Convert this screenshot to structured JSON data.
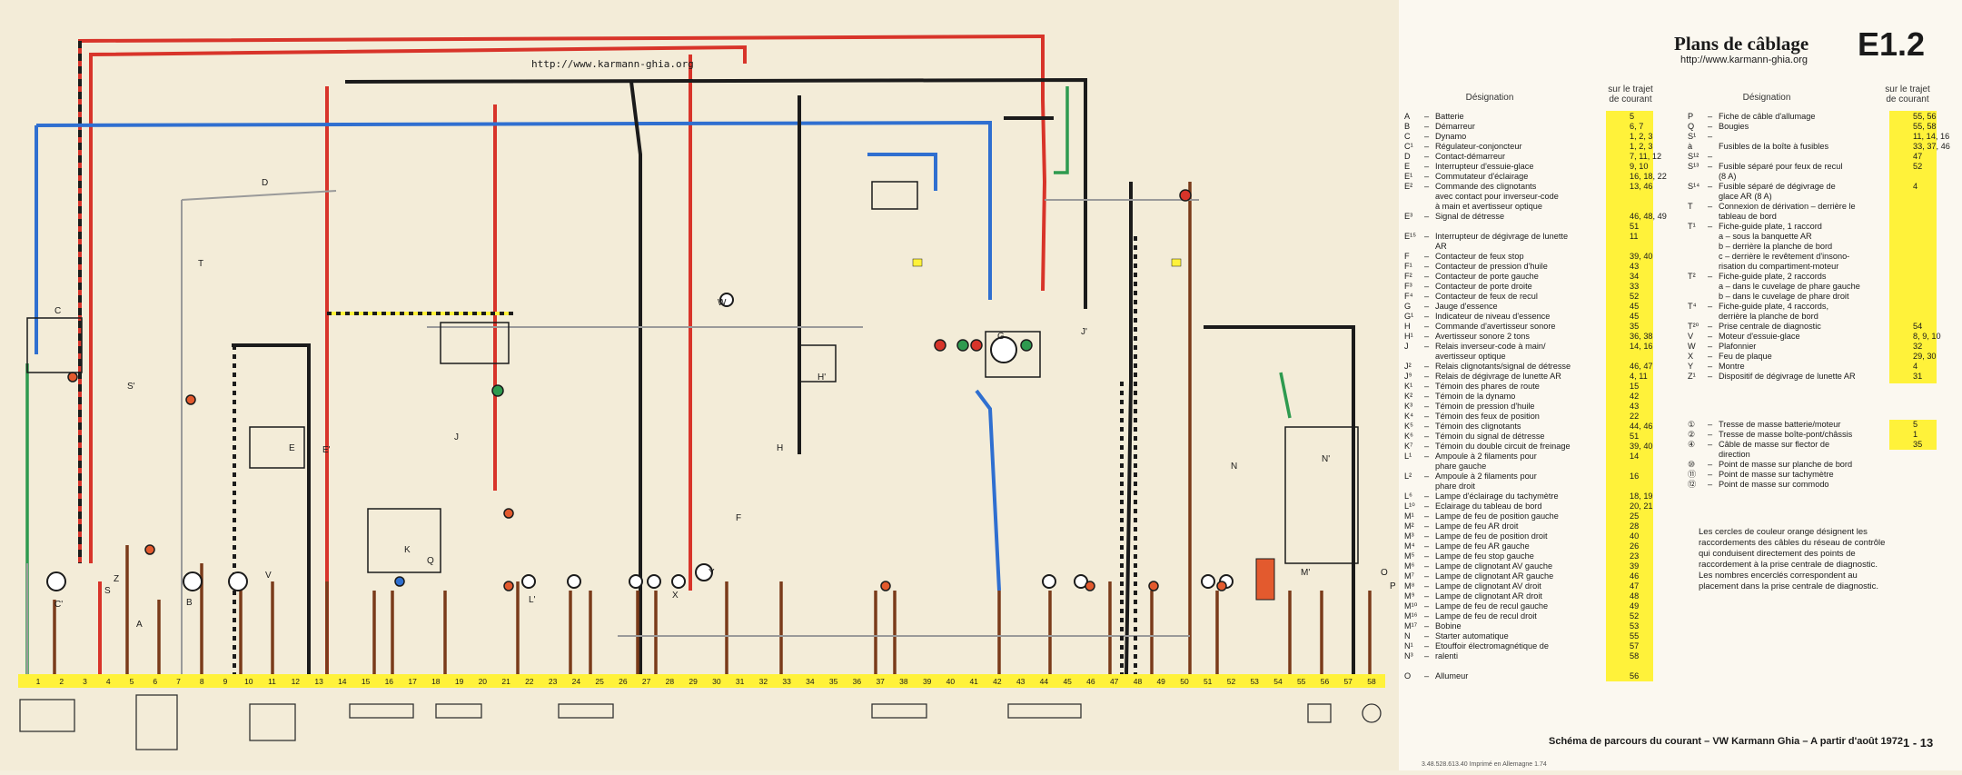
{
  "header": {
    "title": "Plans de câblage",
    "code": "E1.2",
    "url": "http://www.karmann-ghia.org"
  },
  "diagram": {
    "url": "http://www.karmann-ghia.org",
    "bus_numbers": [
      "1",
      "2",
      "3",
      "4",
      "5",
      "6",
      "7",
      "8",
      "9",
      "10",
      "11",
      "12",
      "13",
      "14",
      "15",
      "16",
      "17",
      "18",
      "19",
      "20",
      "21",
      "22",
      "23",
      "24",
      "25",
      "26",
      "27",
      "28",
      "29",
      "30",
      "31",
      "32",
      "33",
      "34",
      "35",
      "36",
      "37",
      "38",
      "39",
      "40",
      "41",
      "42",
      "43",
      "44",
      "45",
      "46",
      "47",
      "48",
      "49",
      "50",
      "51",
      "52",
      "53",
      "54",
      "55",
      "56",
      "57",
      "58"
    ],
    "labels": [
      "A",
      "B",
      "C",
      "C'",
      "D",
      "E",
      "E'",
      "F",
      "G",
      "H",
      "H'",
      "J",
      "J'",
      "K",
      "L'",
      "M'",
      "N",
      "N'",
      "O",
      "P",
      "Q",
      "S",
      "S'",
      "T",
      "V",
      "W",
      "X",
      "Y",
      "Z"
    ]
  },
  "legend": {
    "col_designation": "Désignation",
    "col_ref": "sur le trajet de courant",
    "left": [
      {
        "sym": "A",
        "text": "Batterie",
        "ref": "5"
      },
      {
        "sym": "B",
        "text": "Démarreur",
        "ref": "6, 7"
      },
      {
        "sym": "C",
        "text": "Dynamo",
        "ref": "1, 2, 3"
      },
      {
        "sym": "C¹",
        "text": "Régulateur-conjoncteur",
        "ref": "1, 2, 3"
      },
      {
        "sym": "D",
        "text": "Contact-démarreur",
        "ref": "7, 11, 12"
      },
      {
        "sym": "E",
        "text": "Interrupteur d'essuie-glace",
        "ref": "9, 10"
      },
      {
        "sym": "E¹",
        "text": "Commutateur d'éclairage",
        "ref": "16, 18, 22"
      },
      {
        "sym": "E²",
        "text": "Commande des clignotants",
        "ref": "13, 46"
      },
      {
        "sym": "",
        "text": "avec contact pour inverseur-code",
        "ref": ""
      },
      {
        "sym": "",
        "text": "à main et avertisseur optique",
        "ref": ""
      },
      {
        "sym": "E³",
        "text": "Signal de détresse",
        "ref": "46, 48, 49"
      },
      {
        "sym": "",
        "text": "",
        "ref": "51"
      },
      {
        "sym": "E¹⁵",
        "text": "Interrupteur de dégivrage de lunette",
        "ref": "11"
      },
      {
        "sym": "",
        "text": "AR",
        "ref": ""
      },
      {
        "sym": "F",
        "text": "Contacteur de feux stop",
        "ref": "39, 40"
      },
      {
        "sym": "F¹",
        "text": "Contacteur de pression d'huile",
        "ref": "43"
      },
      {
        "sym": "F²",
        "text": "Contacteur de porte gauche",
        "ref": "34"
      },
      {
        "sym": "F³",
        "text": "Contacteur de porte droite",
        "ref": "33"
      },
      {
        "sym": "F⁴",
        "text": "Contacteur de feux de recul",
        "ref": "52"
      },
      {
        "sym": "G",
        "text": "Jauge d'essence",
        "ref": "45"
      },
      {
        "sym": "G¹",
        "text": "Indicateur de niveau d'essence",
        "ref": "45"
      },
      {
        "sym": "H",
        "text": "Commande d'avertisseur sonore",
        "ref": "35"
      },
      {
        "sym": "H¹",
        "text": "Avertisseur sonore 2 tons",
        "ref": "36, 38"
      },
      {
        "sym": "J",
        "text": "Relais inverseur-code à main/",
        "ref": "14, 16"
      },
      {
        "sym": "",
        "text": "avertisseur optique",
        "ref": ""
      },
      {
        "sym": "J²",
        "text": "Relais clignotants/signal de détresse",
        "ref": "46, 47"
      },
      {
        "sym": "J⁹",
        "text": "Relais de dégivrage de lunette AR",
        "ref": "4, 11"
      },
      {
        "sym": "K¹",
        "text": "Témoin des phares de route",
        "ref": "15"
      },
      {
        "sym": "K²",
        "text": "Témoin de la dynamo",
        "ref": "42"
      },
      {
        "sym": "K³",
        "text": "Témoin de pression d'huile",
        "ref": "43"
      },
      {
        "sym": "K⁴",
        "text": "Témoin des feux de position",
        "ref": "22"
      },
      {
        "sym": "K⁵",
        "text": "Témoin des clignotants",
        "ref": "44, 46"
      },
      {
        "sym": "K⁶",
        "text": "Témoin du signal de détresse",
        "ref": "51"
      },
      {
        "sym": "K⁷",
        "text": "Témoin du double circuit de freinage",
        "ref": "39, 40"
      },
      {
        "sym": "L¹",
        "text": "Ampoule à 2 filaments pour",
        "ref": "14"
      },
      {
        "sym": "",
        "text": "phare gauche",
        "ref": ""
      },
      {
        "sym": "L²",
        "text": "Ampoule à 2 filaments pour",
        "ref": "16"
      },
      {
        "sym": "",
        "text": "phare droit",
        "ref": ""
      },
      {
        "sym": "L⁶",
        "text": "Lampe d'éclairage du tachymètre",
        "ref": "18, 19"
      },
      {
        "sym": "L¹⁰",
        "text": "Eclairage du tableau de bord",
        "ref": "20, 21"
      },
      {
        "sym": "M¹",
        "text": "Lampe de feu de position gauche",
        "ref": "25"
      },
      {
        "sym": "M²",
        "text": "Lampe de feu AR droit",
        "ref": "28"
      },
      {
        "sym": "M³",
        "text": "Lampe de feu de position droit",
        "ref": "40"
      },
      {
        "sym": "M⁴",
        "text": "Lampe de feu AR gauche",
        "ref": "26"
      },
      {
        "sym": "M⁵",
        "text": "Lampe de feu stop gauche",
        "ref": "23"
      },
      {
        "sym": "M⁶",
        "text": "Lampe de clignotant AV gauche",
        "ref": "39"
      },
      {
        "sym": "M⁷",
        "text": "Lampe de clignotant AR gauche",
        "ref": "46"
      },
      {
        "sym": "M⁸",
        "text": "Lampe de clignotant AV droit",
        "ref": "47"
      },
      {
        "sym": "M⁹",
        "text": "Lampe de clignotant AR droit",
        "ref": "48"
      },
      {
        "sym": "M¹⁰",
        "text": "Lampe de feu de recul gauche",
        "ref": "49"
      },
      {
        "sym": "M¹⁶",
        "text": "Lampe de feu de recul droit",
        "ref": "52"
      },
      {
        "sym": "M¹⁷",
        "text": "Bobine",
        "ref": "53"
      },
      {
        "sym": "N",
        "text": "Starter automatique",
        "ref": "55"
      },
      {
        "sym": "N¹",
        "text": "Etouffoir électromagnétique de",
        "ref": "57"
      },
      {
        "sym": "N³",
        "text": "ralenti",
        "ref": "58"
      },
      {
        "sym": "",
        "text": "",
        "ref": ""
      },
      {
        "sym": "O",
        "text": "Allumeur",
        "ref": "56"
      }
    ],
    "right": [
      {
        "sym": "P",
        "text": "Fiche de câble d'allumage",
        "ref": "55, 56"
      },
      {
        "sym": "Q",
        "text": "Bougies",
        "ref": "55, 58"
      },
      {
        "sym": "S¹",
        "text": "",
        "ref": "11, 14, 16"
      },
      {
        "sym": "à",
        "text": "Fusibles de la boîte à fusibles",
        "ref": "33, 37, 46"
      },
      {
        "sym": "S¹²",
        "text": "",
        "ref": "47"
      },
      {
        "sym": "S¹³",
        "text": "Fusible séparé pour feux de recul",
        "ref": "52"
      },
      {
        "sym": "",
        "text": "(8 A)",
        "ref": ""
      },
      {
        "sym": "S¹⁴",
        "text": "Fusible séparé de dégivrage de",
        "ref": "4"
      },
      {
        "sym": "",
        "text": "glace AR (8 A)",
        "ref": ""
      },
      {
        "sym": "T",
        "text": "Connexion de dérivation – derrière le",
        "ref": ""
      },
      {
        "sym": "",
        "text": "tableau de bord",
        "ref": ""
      },
      {
        "sym": "T¹",
        "text": "Fiche-guide plate, 1 raccord",
        "ref": ""
      },
      {
        "sym": "",
        "text": "a – sous la banquette AR",
        "ref": ""
      },
      {
        "sym": "",
        "text": "b – derrière la planche de bord",
        "ref": ""
      },
      {
        "sym": "",
        "text": "c – derrière le revêtement d'insono-",
        "ref": ""
      },
      {
        "sym": "",
        "text": "risation du compartiment-moteur",
        "ref": ""
      },
      {
        "sym": "T²",
        "text": "Fiche-guide plate, 2 raccords",
        "ref": ""
      },
      {
        "sym": "",
        "text": "a – dans le cuvelage de phare gauche",
        "ref": ""
      },
      {
        "sym": "",
        "text": "b – dans le cuvelage de phare droit",
        "ref": ""
      },
      {
        "sym": "T⁴",
        "text": "Fiche-guide plate, 4 raccords,",
        "ref": ""
      },
      {
        "sym": "",
        "text": "derrière la planche de bord",
        "ref": ""
      },
      {
        "sym": "T²⁰",
        "text": "Prise centrale de diagnostic",
        "ref": "54"
      },
      {
        "sym": "V",
        "text": "Moteur d'essuie-glace",
        "ref": "8, 9, 10"
      },
      {
        "sym": "W",
        "text": "Plafonnier",
        "ref": "32"
      },
      {
        "sym": "X",
        "text": "Feu de plaque",
        "ref": "29, 30"
      },
      {
        "sym": "Y",
        "text": "Montre",
        "ref": "4"
      },
      {
        "sym": "Z¹",
        "text": "Dispositif de dégivrage de lunette AR",
        "ref": "31"
      }
    ],
    "ground": [
      {
        "sym": "①",
        "text": "Tresse de masse batterie/moteur",
        "ref": "5"
      },
      {
        "sym": "②",
        "text": "Tresse de masse boîte-pont/châssis",
        "ref": "1"
      },
      {
        "sym": "④",
        "text": "Câble de masse sur flector de",
        "ref": "35"
      },
      {
        "sym": "",
        "text": "direction",
        "ref": ""
      },
      {
        "sym": "⑩",
        "text": "Point de masse sur planche de bord",
        "ref": ""
      },
      {
        "sym": "⑪",
        "text": "Point de masse sur tachymètre",
        "ref": ""
      },
      {
        "sym": "⑫",
        "text": "Point de masse sur commodo",
        "ref": ""
      }
    ],
    "note": "Les cercles de couleur orange désignent les raccordements des câbles du réseau de contrôle qui conduisent directement des points de raccordement à la prise centrale de diagnostic. Les nombres encerclés correspondent au placement dans la prise centrale de diagnostic."
  },
  "footer": {
    "caption": "Schéma de parcours du courant – VW Karmann Ghia – A partir d'août 1972",
    "page": "1 - 13",
    "printed": "3.48.528.613.40 Imprimé en Allemagne 1.74"
  },
  "colors": {
    "red": "#d8342a",
    "blue": "#2f6fd0",
    "black": "#1b1b1b",
    "brown": "#7a3b1a",
    "green": "#2e9a4f",
    "yellow": "#fff23a",
    "grey": "#9a9a9a"
  }
}
